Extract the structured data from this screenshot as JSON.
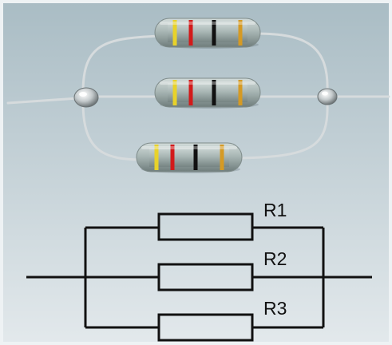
{
  "colors": {
    "background_top": "#a9bcc4",
    "background_bottom": "#e3e9ec",
    "wire": "#d6dbdd",
    "resistor_body": "#a9b7b5",
    "band_yellow": "#e8d22a",
    "band_red": "#d21a1a",
    "band_black": "#111111",
    "band_gold": "#d59a24",
    "schematic_line": "#111111"
  },
  "photo": {
    "resistors": [
      {
        "name": "top",
        "bands": [
          "yellow",
          "red",
          "black",
          "gold"
        ]
      },
      {
        "name": "middle",
        "bands": [
          "yellow",
          "red",
          "black",
          "gold"
        ]
      },
      {
        "name": "bottom",
        "bands": [
          "yellow",
          "red",
          "black",
          "gold"
        ]
      }
    ]
  },
  "schematic": {
    "labels": {
      "r1": "R1",
      "r2": "R2",
      "r3": "R3"
    }
  }
}
